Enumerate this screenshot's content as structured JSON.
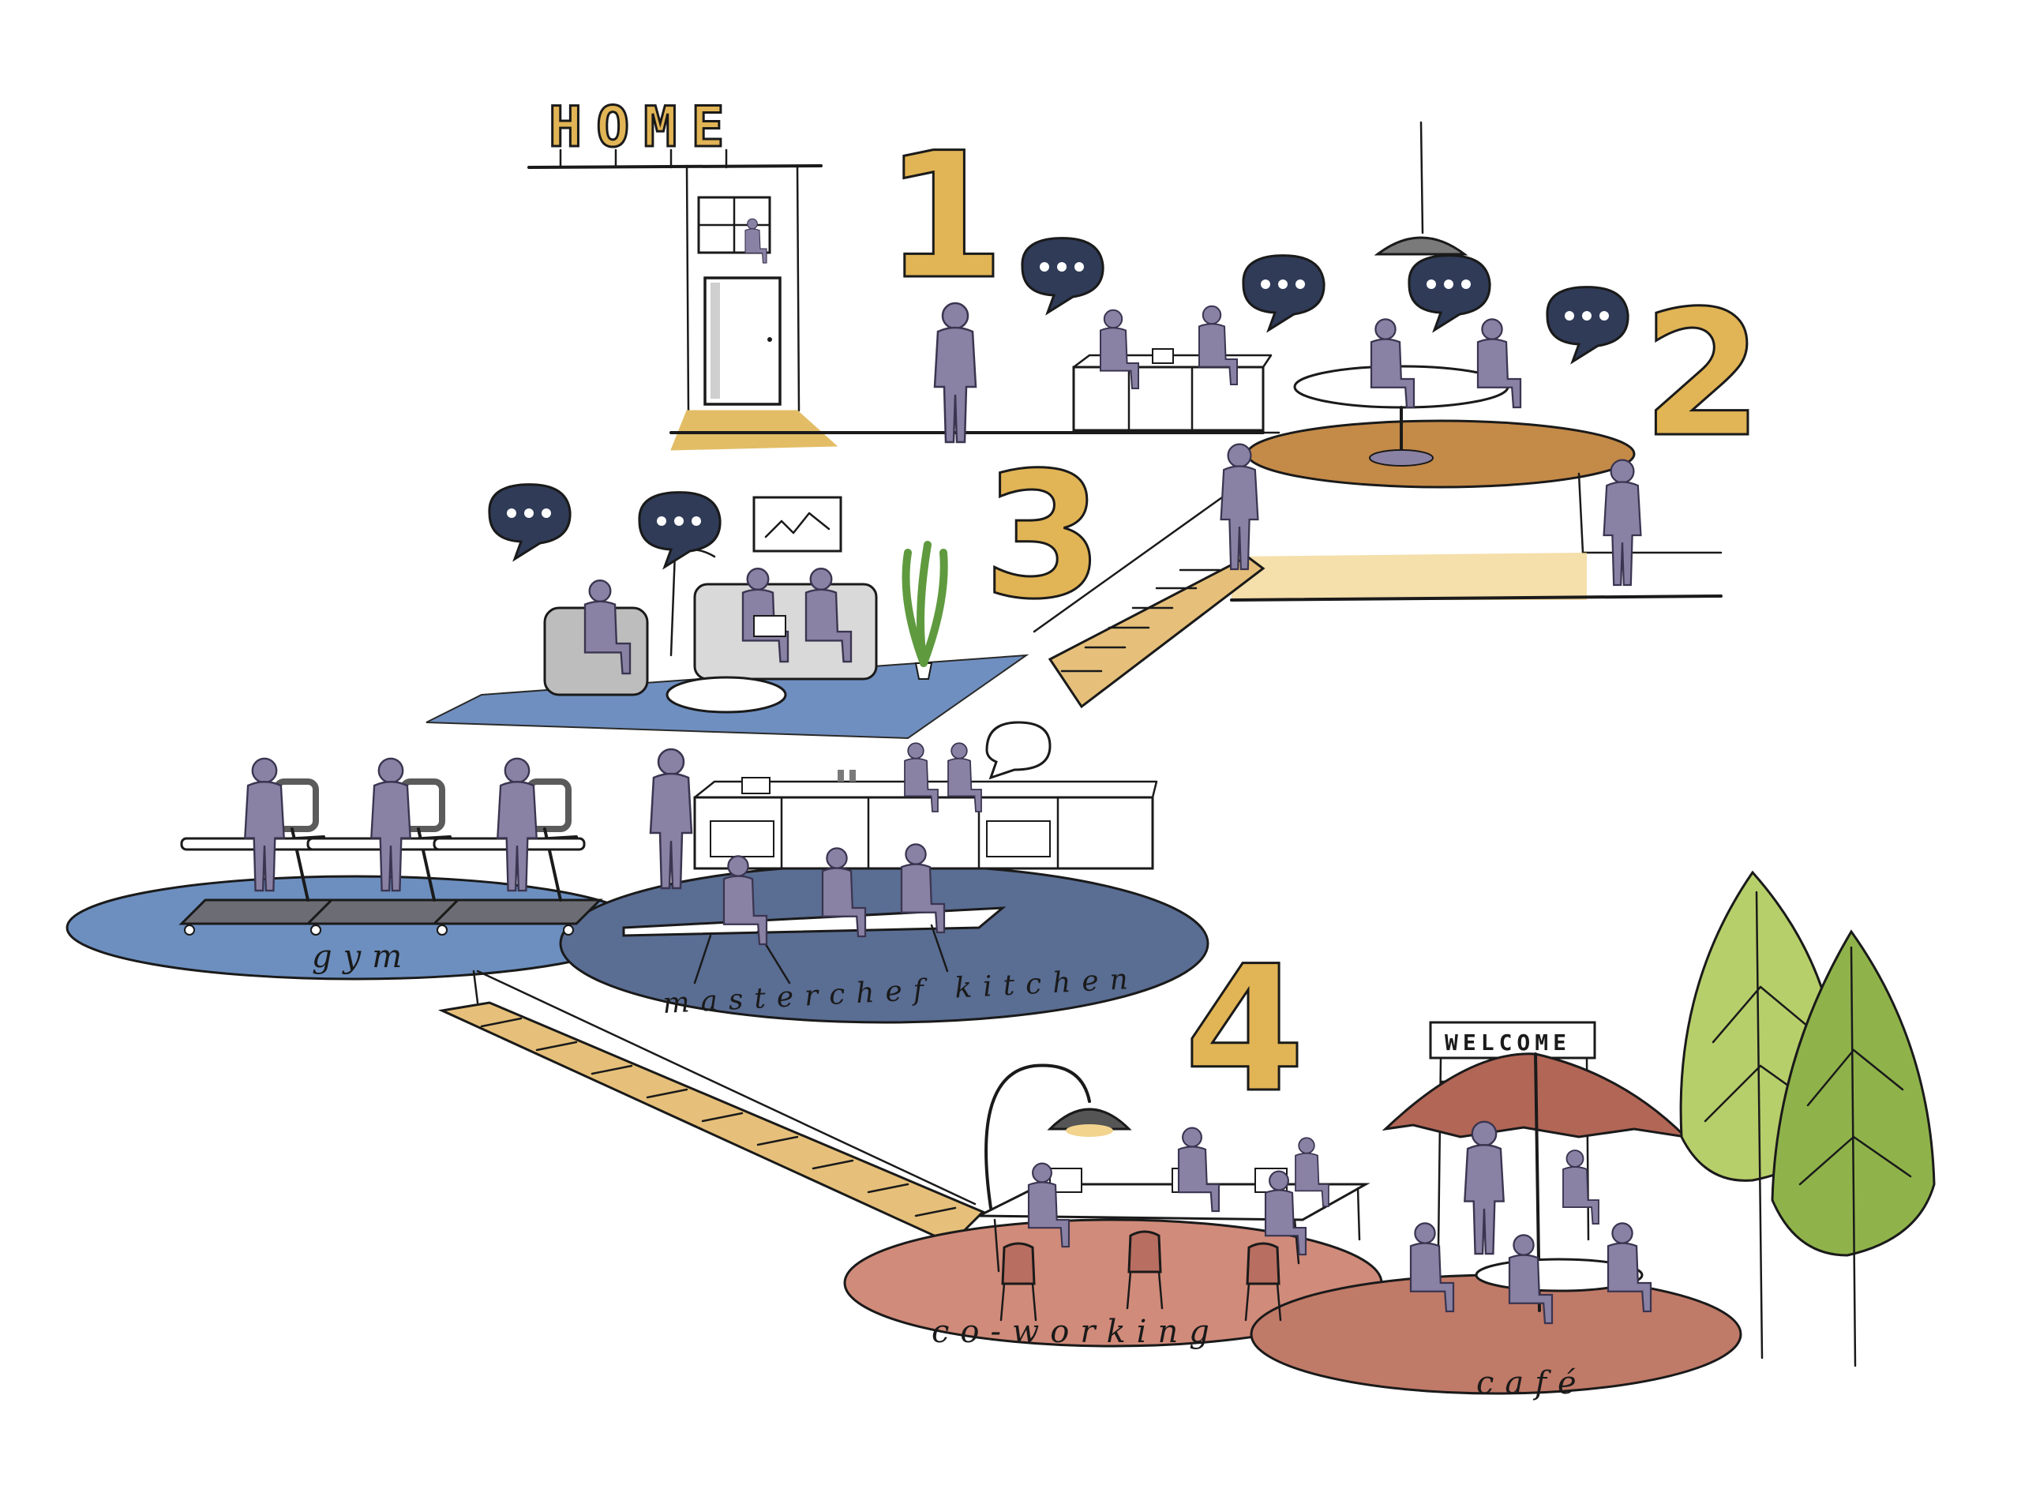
{
  "signs": {
    "home": "HOME",
    "welcome": "WELCOME"
  },
  "levels": [
    "1",
    "2",
    "3",
    "4"
  ],
  "zones": {
    "gym": "gym",
    "kitchen": "masterchef kitchen",
    "coworking": "co-working",
    "cafe": "café"
  },
  "colors": {
    "ink": "#1a1a1a",
    "person": "#8a82a4",
    "speech_bubble": "#2f3b57",
    "level_number": "#e1b455",
    "gym_rug": "#6c8fbf",
    "kitchen_rug": "#5a6d93",
    "lounge_rug": "#6f8fc0",
    "dining_rug": "#c48a48",
    "coworking_rug": "#d18b7a",
    "cafe_rug": "#c07a68",
    "umbrella": "#b26656",
    "tree_light": "#b7cf6a",
    "tree_dark": "#8fb34a",
    "stairs": "#e6c07a"
  },
  "icons": [
    "speech-bubble-icon",
    "pendant-lamp-icon",
    "arc-lamp-icon",
    "tree-icon",
    "plant-icon",
    "treadmill-icon"
  ]
}
